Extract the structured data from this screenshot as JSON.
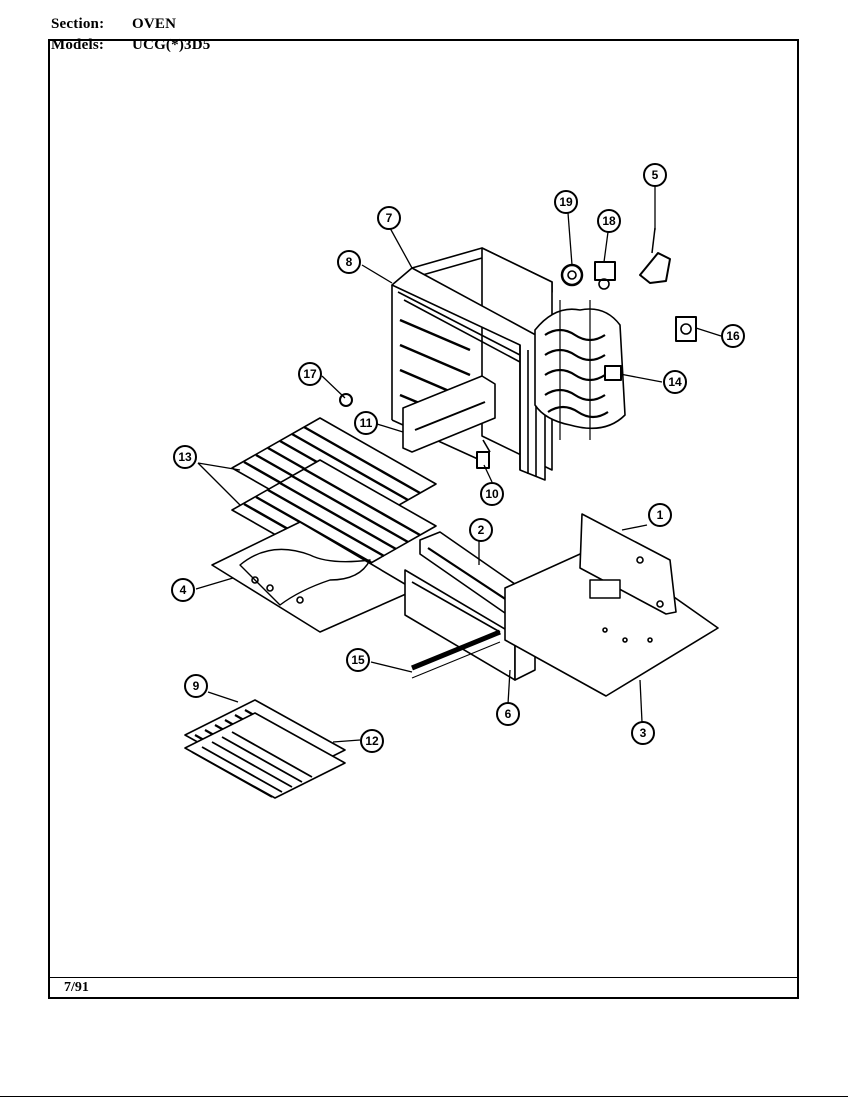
{
  "header": {
    "section_label": "Section:",
    "section_value": "OVEN",
    "models_label": "Models:",
    "models_value": "UCG(*)3D5"
  },
  "footer": {
    "date": "7/91"
  },
  "callouts": [
    "1",
    "2",
    "3",
    "4",
    "5",
    "6",
    "7",
    "8",
    "9",
    "10",
    "11",
    "12",
    "13",
    "14",
    "15",
    "16",
    "17",
    "18",
    "19"
  ]
}
